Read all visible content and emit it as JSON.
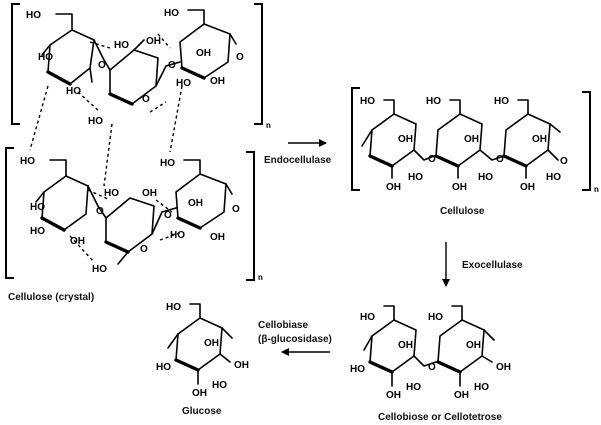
{
  "labels": {
    "cellulose_crystal": "Cellulose (crystal)",
    "endocellulase": "Endocellulase",
    "cellulose": "Cellulose",
    "exocellulase": "Exocellulase",
    "cellobiase": "Cellobiase",
    "beta_glucosidase": "(β-glucosidase)",
    "glucose": "Glucose",
    "cellobiose": "Cellobiose or Cellotetrose"
  },
  "chem": {
    "ho": "HO",
    "oh": "OH",
    "o": "O",
    "n": "n"
  },
  "colors": {
    "ink": "#000000",
    "background": "#ffffff"
  }
}
